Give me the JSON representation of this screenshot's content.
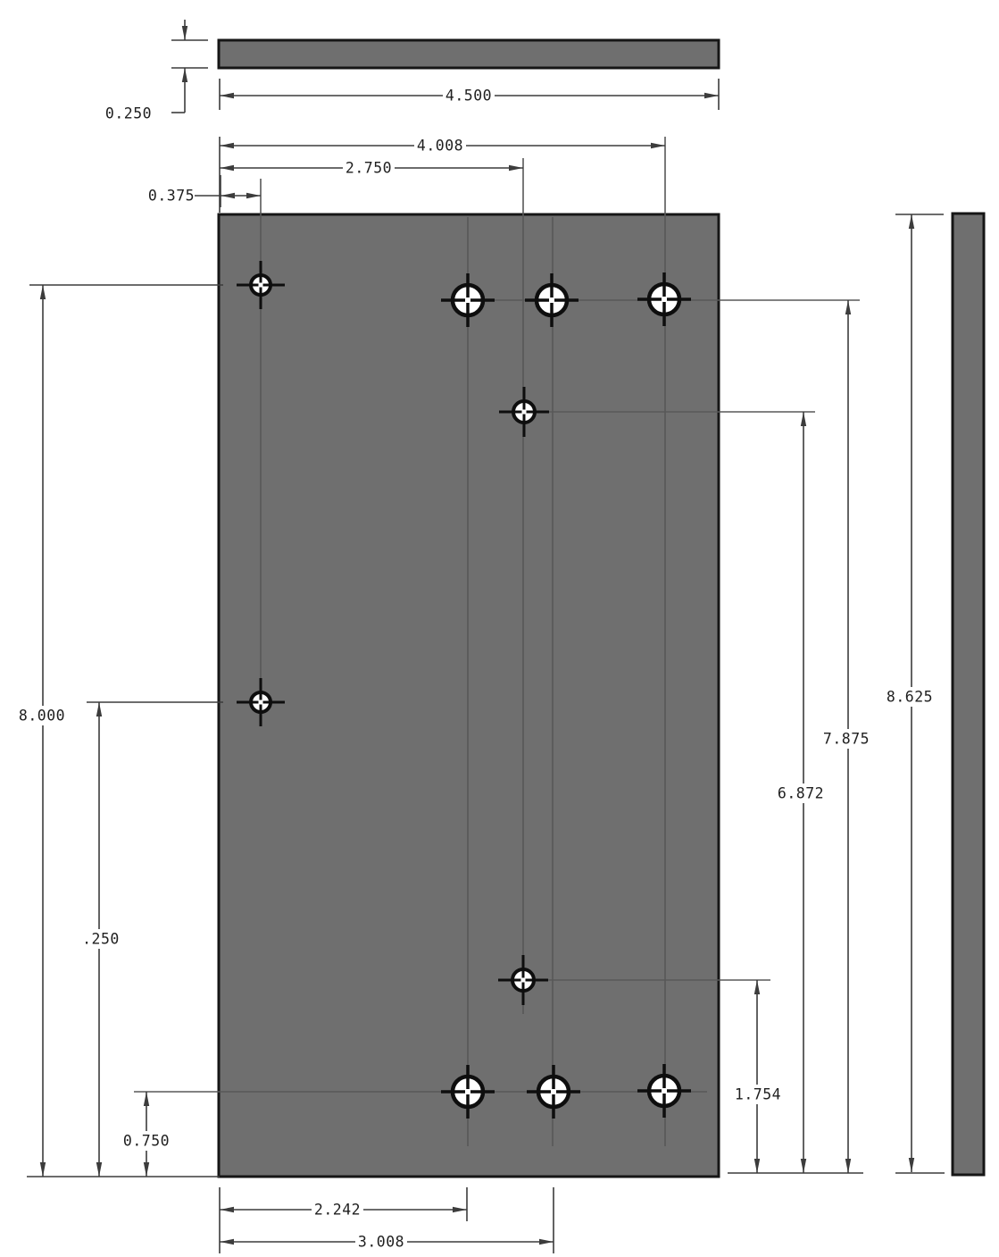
{
  "title": "plate-machining-drawing",
  "colors": {
    "plate_fill": "#6f6f6f",
    "outline": "#161616",
    "dimension_line": "#3c3c3c",
    "centerline": "#585858",
    "hole_fill": "#ffffff",
    "background": "#ffffff"
  },
  "dims": {
    "plate_thickness": "0.250",
    "plate_width": "4.500",
    "hole_col_right": "4.008",
    "hole_col_mid_small": "2.750",
    "hole_col_left_offset": "0.375",
    "hole_top_left_height": "8.000",
    "hole_mid_left_height": ".250",
    "hole_bottom_row_height": "0.750",
    "hole_col_1": "2.242",
    "hole_col_2": "3.008",
    "hole_lower_mid_height": "1.754",
    "hole_upper_mid_height": "6.872",
    "hole_top_row_height": "7.875",
    "plate_height": "8.625"
  }
}
